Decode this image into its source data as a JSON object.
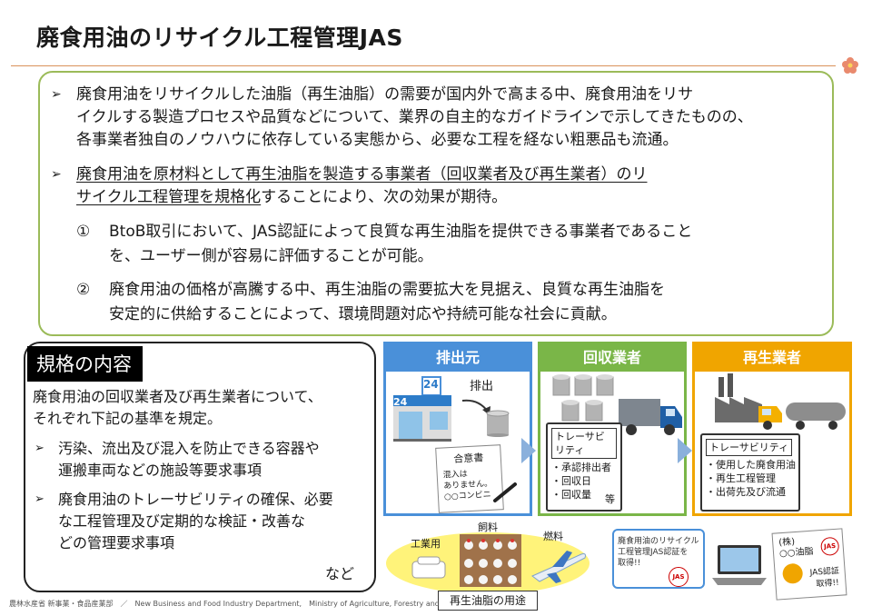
{
  "title": "廃食用油のリサイクル工程管理JAS",
  "intro": {
    "bullet1": [
      "廃食用油をリサイクルした油脂（再生油脂）の需要が国内外で高まる中、廃食用油をリサ",
      "イクルする製造プロセスや品質などについて、業界の自主的なガイドラインで示してきたものの、",
      "各事業者独自のノウハウに依存している実態から、必要な工程を経ない粗悪品も流通。"
    ],
    "bullet2_line1": "廃食用油を原材料として再生油脂を製造する事業者（回収業者及び再生業者）のリ",
    "bullet2_line2_u": "サイクル工程管理を規格化",
    "bullet2_line2_rest": "することにより、次の効果が期待。",
    "effects": [
      {
        "mark": "①",
        "lines": [
          "BtoB取引において、JAS認証によって良質な再生油脂を提供できる事業者であること",
          "を、ユーザー側が容易に評価することが可能。"
        ]
      },
      {
        "mark": "②",
        "lines": [
          "廃食用油の価格が高騰する中、再生油脂の需要拡大を見据え、良質な再生油脂を",
          "安定的に供給することによって、環境問題対応や持続可能な社会に貢献。"
        ]
      }
    ]
  },
  "spec": {
    "heading": "規格の内容",
    "lead": [
      "廃食用油の回収業者及び再生業者について、",
      "それぞれ下記の基準を規定。"
    ],
    "items": [
      [
        "汚染、流出及び混入を防止できる容器や",
        "運搬車両などの施設等要求事項"
      ],
      [
        "廃食用油のトレーサビリティの確保、必要",
        "な工程管理及び定期的な検証・改善な",
        "どの管理要求事項"
      ]
    ],
    "etc": "など"
  },
  "flow": {
    "panels": [
      {
        "title": "排出元",
        "color": "#4a90d9"
      },
      {
        "title": "回収業者",
        "color": "#7ab648"
      },
      {
        "title": "再生業者",
        "color": "#f0a500"
      }
    ],
    "source": {
      "action": "排出",
      "store_logo": "24",
      "agreement_title": "合意書",
      "agreement_lines": [
        "混入は",
        "ありません。",
        "○○コンビニ"
      ]
    },
    "collector": {
      "clip_title": "トレーサビリティ",
      "items": [
        "・承認排出者",
        "・回収日",
        "・回収量"
      ],
      "etc": "等"
    },
    "recycler": {
      "clip_title": "トレーサビリティ",
      "items": [
        "・使用した廃食用油",
        "・再生工程管理",
        "・出荷先及び流通"
      ]
    }
  },
  "usage": {
    "label": "再生油脂の用途",
    "uses": [
      "工業用",
      "飼料",
      "燃料"
    ]
  },
  "certification": {
    "screen_lines": [
      "廃食用油のリサイクル",
      "工程管理JAS認証を",
      "取得!!"
    ],
    "jas": "JAS",
    "company": "(株)",
    "company2": "○○油脂",
    "acquired": [
      "JAS認証",
      "取得!!"
    ]
  },
  "footer": "農林水産省 新事業・食品産業部　／　New Business and Food Industry Department,　Ministry of Agriculture, Forestry and"
}
